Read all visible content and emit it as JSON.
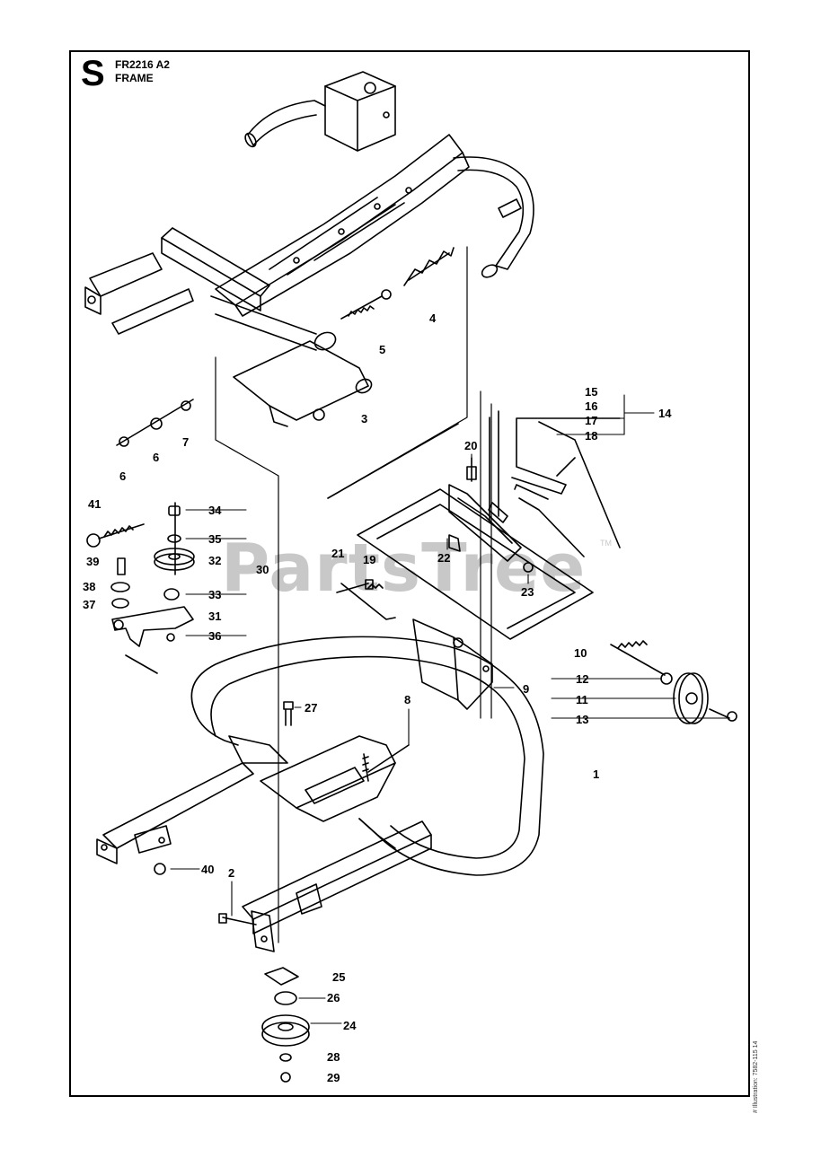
{
  "header": {
    "section_letter": "S",
    "model_code": "FR2216 A2",
    "section_name": "FRAME"
  },
  "side_reference": "# Illustration: 7582-115 14",
  "watermark": {
    "text": "PartsTree",
    "trademark": "TM"
  },
  "callouts": [
    {
      "id": "c1",
      "label": "1"
    },
    {
      "id": "c2",
      "label": "2"
    },
    {
      "id": "c3",
      "label": "3"
    },
    {
      "id": "c4",
      "label": "4"
    },
    {
      "id": "c5",
      "label": "5"
    },
    {
      "id": "c6a",
      "label": "6"
    },
    {
      "id": "c6b",
      "label": "6"
    },
    {
      "id": "c7",
      "label": "7"
    },
    {
      "id": "c8",
      "label": "8"
    },
    {
      "id": "c9",
      "label": "9"
    },
    {
      "id": "c10",
      "label": "10"
    },
    {
      "id": "c11",
      "label": "11"
    },
    {
      "id": "c12",
      "label": "12"
    },
    {
      "id": "c13",
      "label": "13"
    },
    {
      "id": "c14",
      "label": "14"
    },
    {
      "id": "c15",
      "label": "15"
    },
    {
      "id": "c16",
      "label": "16"
    },
    {
      "id": "c17",
      "label": "17"
    },
    {
      "id": "c18",
      "label": "18"
    },
    {
      "id": "c19",
      "label": "19"
    },
    {
      "id": "c20",
      "label": "20"
    },
    {
      "id": "c21",
      "label": "21"
    },
    {
      "id": "c22",
      "label": "22"
    },
    {
      "id": "c23",
      "label": "23"
    },
    {
      "id": "c24",
      "label": "24"
    },
    {
      "id": "c25",
      "label": "25"
    },
    {
      "id": "c26",
      "label": "26"
    },
    {
      "id": "c27",
      "label": "27"
    },
    {
      "id": "c28",
      "label": "28"
    },
    {
      "id": "c29",
      "label": "29"
    },
    {
      "id": "c30",
      "label": "30"
    },
    {
      "id": "c31",
      "label": "31"
    },
    {
      "id": "c32",
      "label": "32"
    },
    {
      "id": "c33",
      "label": "33"
    },
    {
      "id": "c34",
      "label": "34"
    },
    {
      "id": "c35",
      "label": "35"
    },
    {
      "id": "c36",
      "label": "36"
    },
    {
      "id": "c37",
      "label": "37"
    },
    {
      "id": "c38",
      "label": "38"
    },
    {
      "id": "c39",
      "label": "39"
    },
    {
      "id": "c40",
      "label": "40"
    },
    {
      "id": "c41",
      "label": "41"
    }
  ]
}
